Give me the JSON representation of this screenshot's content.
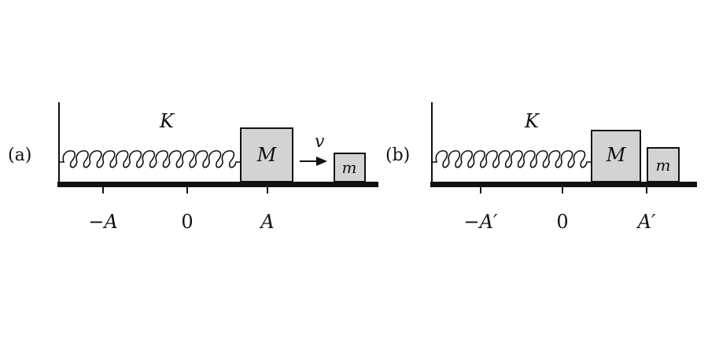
{
  "panels": [
    {
      "id": "a",
      "label": "(a)",
      "spring_label": "K",
      "block_big": "M",
      "block_small": "m",
      "velocity_label": "v",
      "ticks": [
        "−A",
        "0",
        "A"
      ]
    },
    {
      "id": "b",
      "label": "(b)",
      "spring_label": "K",
      "block_big": "M",
      "block_small": "m",
      "ticks": [
        "−A′",
        "0",
        "A′"
      ]
    }
  ],
  "colors": {
    "ink": "#111111",
    "block_fill": "#d3d3d3"
  }
}
